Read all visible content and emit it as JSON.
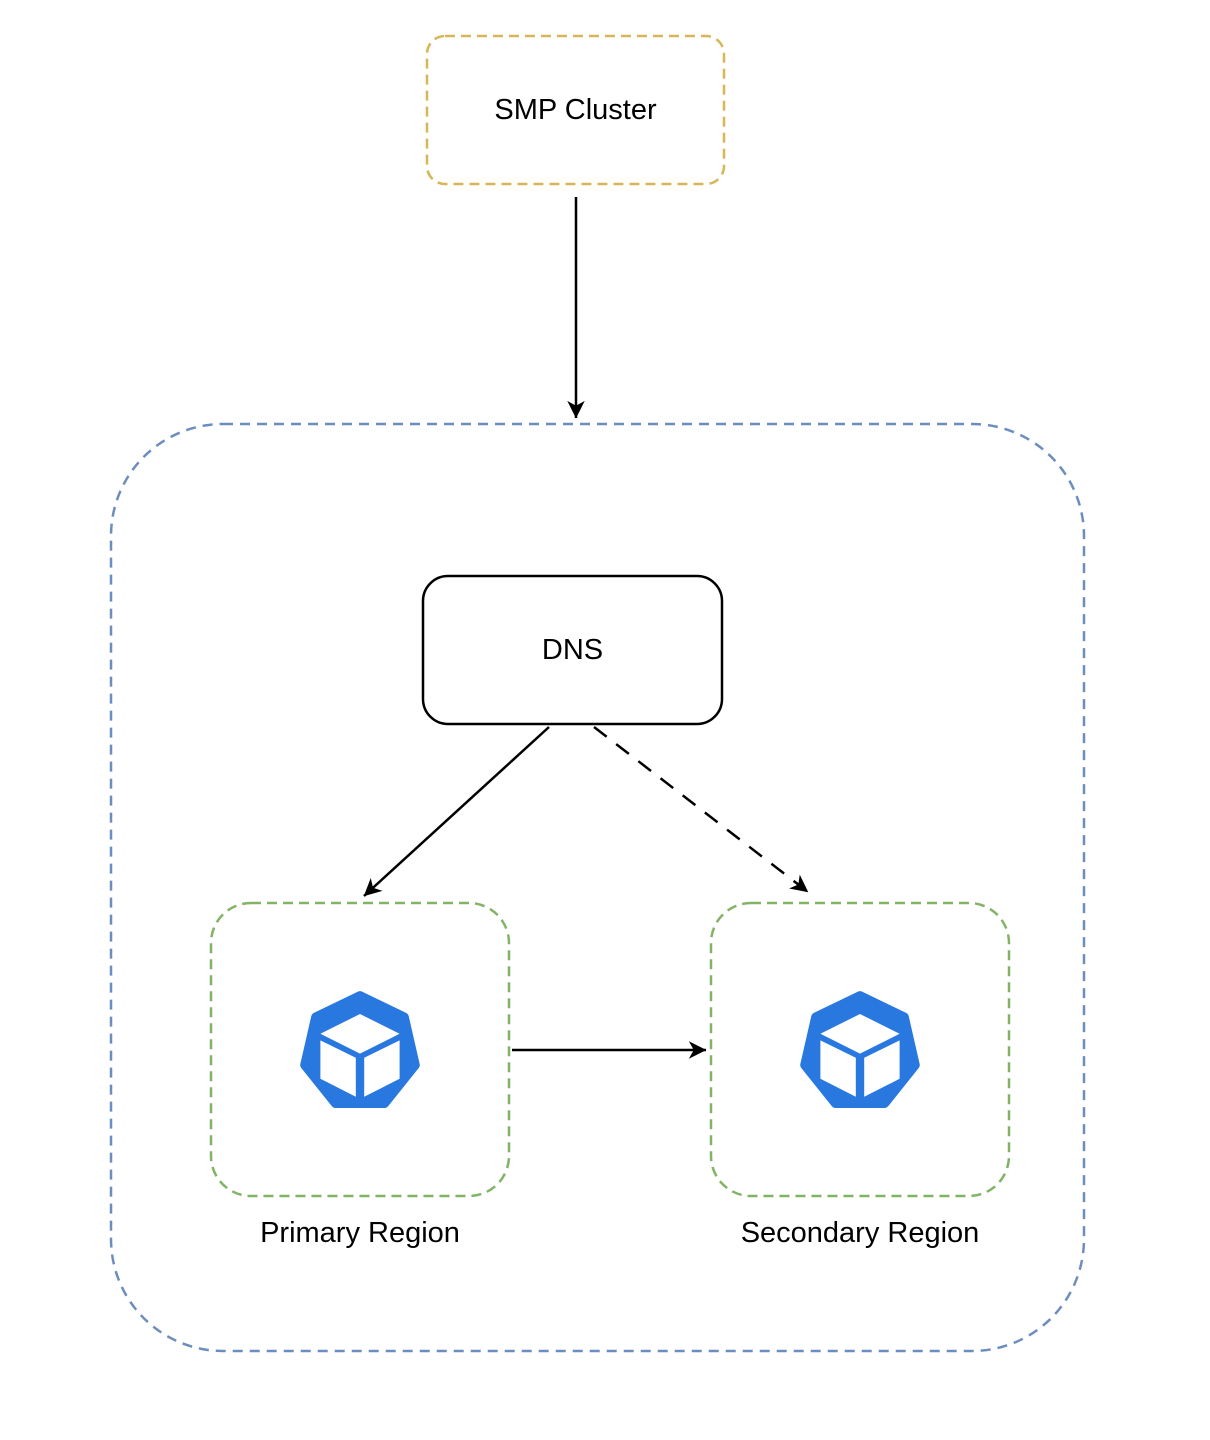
{
  "diagram": {
    "background_color": "#ffffff",
    "line_color": "#000000",
    "icon_color": "#2878E0",
    "nodes": {
      "smp": {
        "label": "SMP Cluster",
        "border_color": "#D6B656",
        "border_style": "dashed"
      },
      "dns_container": {
        "label": "",
        "border_color": "#6C8EBF",
        "border_style": "dashed"
      },
      "dns": {
        "label": "DNS",
        "border_color": "#000000",
        "border_style": "solid"
      },
      "primary": {
        "label": "Primary Region",
        "border_color": "#82B366",
        "border_style": "dashed",
        "icon": "kubernetes-cluster-icon"
      },
      "secondary": {
        "label": "Secondary Region",
        "border_color": "#82B366",
        "border_style": "dashed",
        "icon": "kubernetes-cluster-icon"
      }
    },
    "edges": [
      {
        "from": "SMP Cluster",
        "to": "DNS container",
        "style": "solid",
        "arrow": "filled"
      },
      {
        "from": "DNS",
        "to": "Primary Region",
        "style": "solid",
        "arrow": "filled"
      },
      {
        "from": "DNS",
        "to": "Secondary Region",
        "style": "dashed",
        "arrow": "filled"
      },
      {
        "from": "Primary Region",
        "to": "Secondary Region",
        "style": "solid",
        "arrow": "filled"
      }
    ]
  }
}
